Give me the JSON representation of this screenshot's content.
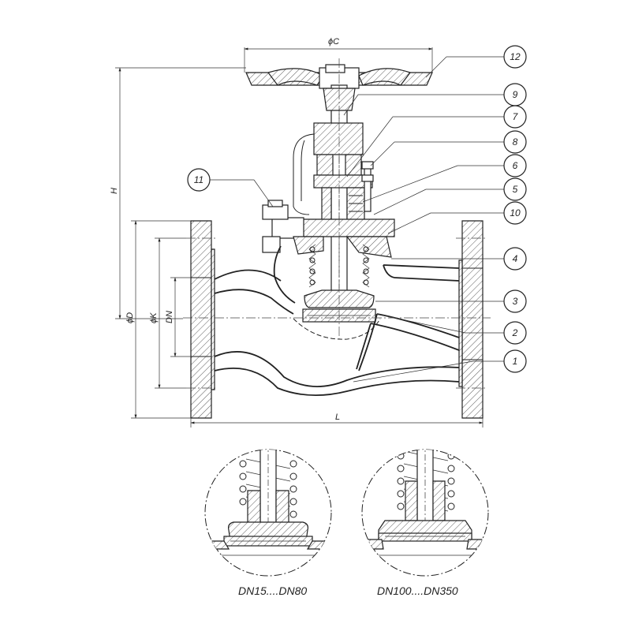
{
  "dimensions": {
    "c": "ϕC",
    "h": "H",
    "d": "ϕD",
    "k": "ϕK",
    "dn": "DN",
    "l": "L"
  },
  "callouts": [
    {
      "id": "12",
      "label": "12"
    },
    {
      "id": "9",
      "label": "9"
    },
    {
      "id": "7",
      "label": "7"
    },
    {
      "id": "8",
      "label": "8"
    },
    {
      "id": "6",
      "label": "6"
    },
    {
      "id": "5",
      "label": "5"
    },
    {
      "id": "10",
      "label": "10"
    },
    {
      "id": "4",
      "label": "4"
    },
    {
      "id": "3",
      "label": "3"
    },
    {
      "id": "2",
      "label": "2"
    },
    {
      "id": "1",
      "label": "1"
    },
    {
      "id": "11",
      "label": "11"
    }
  ],
  "details": {
    "left_caption": "DN15....DN80",
    "right_caption": "DN100....DN350"
  }
}
